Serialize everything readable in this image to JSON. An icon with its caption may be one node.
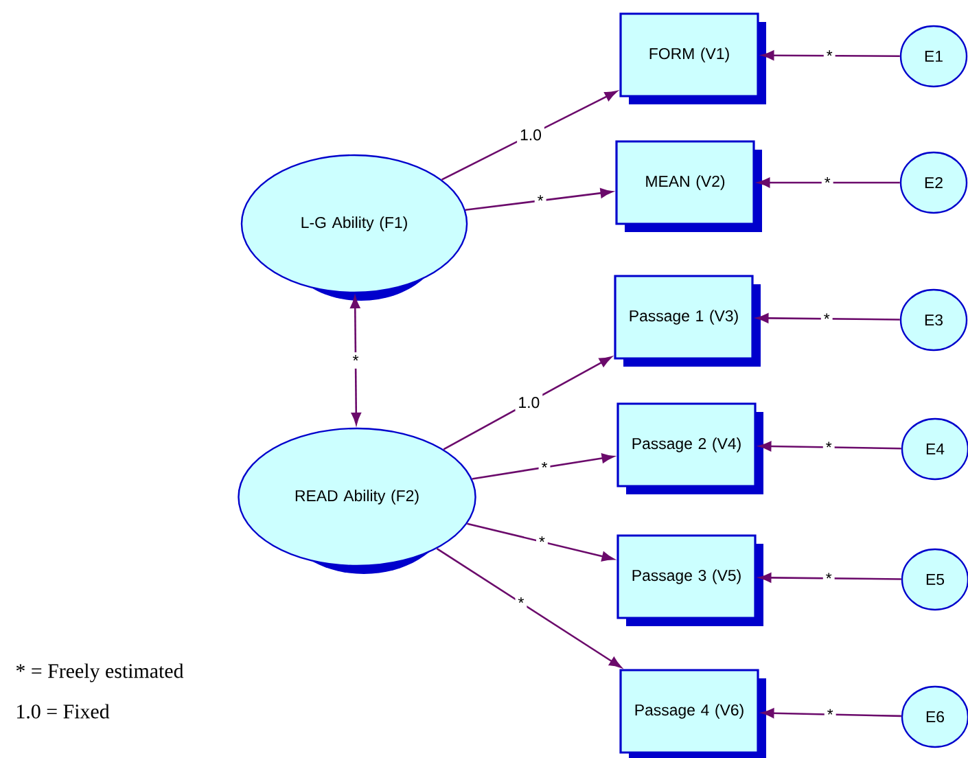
{
  "diagram": {
    "nodes": [
      {
        "text": [
          "L-G Ability (F1)"
        ]
      },
      {
        "text": [
          "READ Ability (F2)"
        ]
      },
      {
        "text": [
          "FORM (V1)"
        ]
      },
      {
        "text": [
          "MEAN (V2)"
        ]
      },
      {
        "text": [
          "Passage 1 (V3)"
        ]
      },
      {
        "text": [
          "Passage 2 (V4)"
        ]
      },
      {
        "text": [
          "Passage 3 (V5)"
        ]
      },
      {
        "text": [
          "Passage 4 (V6)"
        ]
      },
      {
        "text": [
          "E1"
        ]
      },
      {
        "text": [
          "E2"
        ]
      },
      {
        "text": [
          "E3"
        ]
      },
      {
        "text": [
          "E4"
        ]
      },
      {
        "text": [
          "E5"
        ]
      },
      {
        "text": [
          "E6"
        ]
      }
    ],
    "edges": [
      {
        "from": 0,
        "to": 2,
        "arrow": "to",
        "label": "1.0"
      },
      {
        "from": 0,
        "to": 3,
        "arrow": "to",
        "label": "*"
      },
      {
        "from": 0,
        "to": 1,
        "arrow": "both",
        "label": "*"
      },
      {
        "from": 1,
        "to": 4,
        "arrow": "to",
        "label": "1.0"
      },
      {
        "from": 1,
        "to": 5,
        "arrow": "to",
        "label": "*"
      },
      {
        "from": 1,
        "to": 6,
        "arrow": "to",
        "label": "*"
      },
      {
        "from": 1,
        "to": 7,
        "arrow": "to",
        "label": "*"
      },
      {
        "from": 8,
        "to": 2,
        "arrow": "to",
        "label": "*"
      },
      {
        "from": 9,
        "to": 3,
        "arrow": "to",
        "label": "*"
      },
      {
        "from": 10,
        "to": 4,
        "arrow": "to",
        "label": "*"
      },
      {
        "from": 11,
        "to": 5,
        "arrow": "to",
        "label": "*"
      },
      {
        "from": 12,
        "to": 6,
        "arrow": "to",
        "label": "*"
      },
      {
        "from": 13,
        "to": 7,
        "arrow": "to",
        "label": "*"
      }
    ],
    "labels": [
      "* = Freely estimated",
      "1.0 = Fixed"
    ]
  }
}
